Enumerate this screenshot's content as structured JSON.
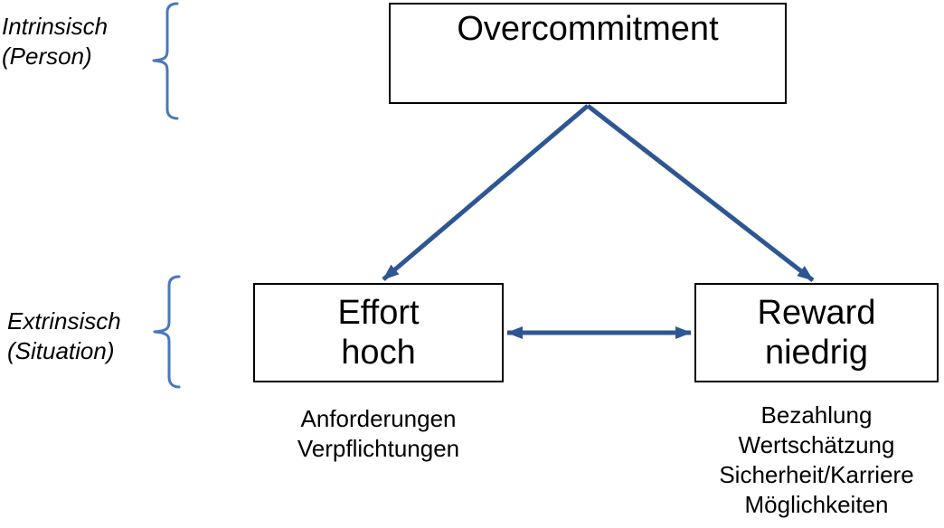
{
  "colors": {
    "arrow": "#2E5693",
    "brace": "#4977BE",
    "box_border": "#000000",
    "text": "#000000",
    "background": "#ffffff"
  },
  "row_labels": {
    "intrinsic": {
      "line1": "Intrinsisch",
      "line2": "(Person)"
    },
    "extrinsic": {
      "line1": "Extrinsisch",
      "line2": "(Situation)"
    }
  },
  "boxes": {
    "overcommitment": {
      "label": "Overcommitment"
    },
    "effort": {
      "line1": "Effort",
      "line2": "hoch"
    },
    "reward": {
      "line1": "Reward",
      "line2": "niedrig"
    }
  },
  "factor_lists": {
    "effort": [
      "Anforderungen",
      "Verpflichtungen"
    ],
    "reward": [
      "Bezahlung",
      "Wertschätzung",
      "Sicherheit/Karriere",
      "Möglichkeiten"
    ]
  }
}
